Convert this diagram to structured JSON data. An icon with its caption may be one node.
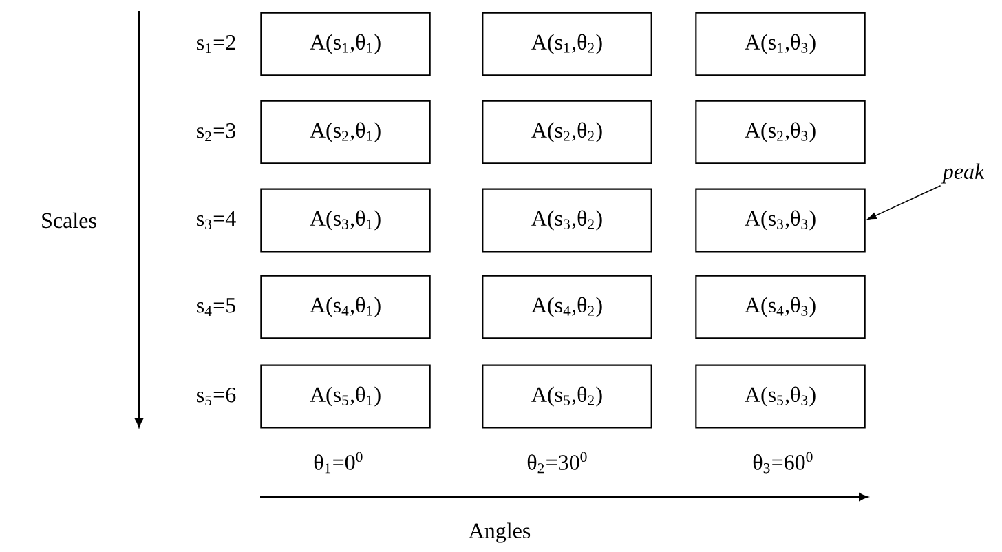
{
  "diagram": {
    "nodes": [
      {
        "text": [
          "A(s$_{1}$,θ$_{1}$)"
        ]
      },
      {
        "text": [
          "A(s$_{1}$,θ$_{2}$)"
        ]
      },
      {
        "text": [
          "A(s$_{1}$,θ$_{3}$)"
        ]
      },
      {
        "text": [
          "A(s$_{2}$,θ$_{1}$)"
        ]
      },
      {
        "text": [
          "A(s$_{2}$,θ$_{2}$)"
        ]
      },
      {
        "text": [
          "A(s$_{2}$,θ$_{3}$)"
        ]
      },
      {
        "text": [
          "A(s$_{3}$,θ$_{1}$)"
        ]
      },
      {
        "text": [
          "A(s$_{3}$,θ$_{2}$)"
        ]
      },
      {
        "text": [
          "A(s$_{3}$,θ$_{3}$)"
        ]
      },
      {
        "text": [
          "A(s$_{4}$,θ$_{1}$)"
        ]
      },
      {
        "text": [
          "A(s$_{4}$,θ$_{2}$)"
        ]
      },
      {
        "text": [
          "A(s$_{4}$,θ$_{3}$)"
        ]
      },
      {
        "text": [
          "A(s$_{5}$,θ$_{1}$)"
        ]
      },
      {
        "text": [
          "A(s$_{5}$,θ$_{2}$)"
        ]
      },
      {
        "text": [
          "A(s$_{5}$,θ$_{3}$)"
        ]
      },
      {
        "text": [
          "peak"
        ]
      }
    ],
    "edges": [
      {
        "from": 15,
        "to": 8,
        "arrow": "to"
      }
    ],
    "labels": [
      "s$_{1}$=2",
      "s$_{2}$=3",
      "Scales",
      "s$_{3}$=4",
      "s$_{4}$=5",
      "s$_{5}$=6",
      "θ$_{1}$=0$^{0}$",
      "θ$_{2}$=30$^{0}$",
      "θ$_{3}$=60$^{0}$",
      "Angles"
    ]
  }
}
